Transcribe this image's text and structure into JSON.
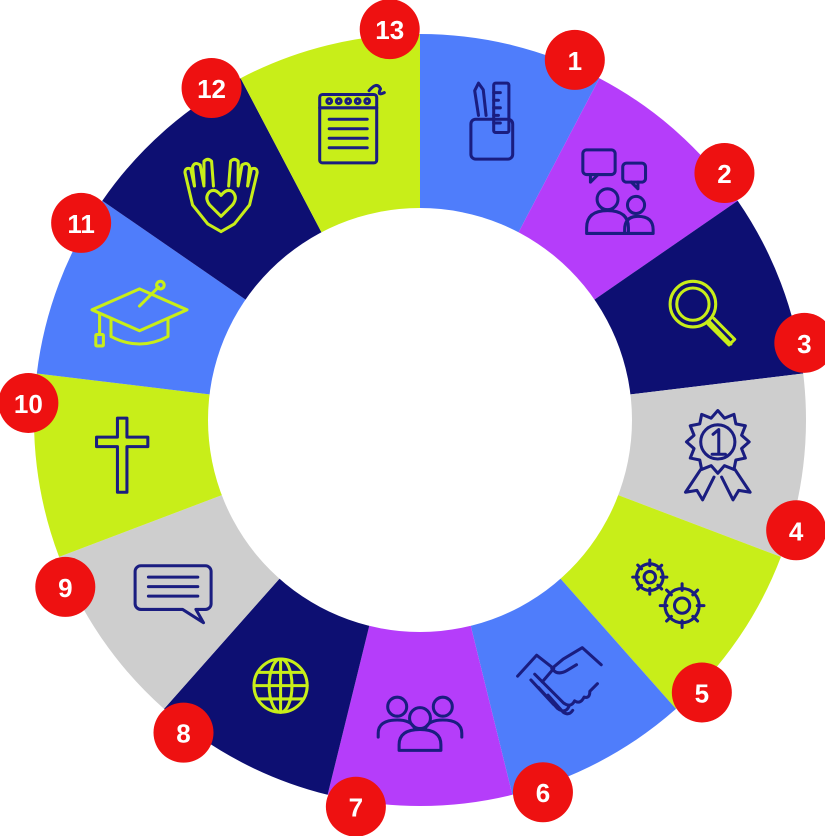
{
  "segments": [
    {
      "number": "1",
      "color": "#4f7dfb",
      "icon": "pencil-ruler-cup-icon",
      "icon_color": "#1a1d80"
    },
    {
      "number": "2",
      "color": "#b53dfa",
      "icon": "discussion-people-icon",
      "icon_color": "#1a1d80"
    },
    {
      "number": "3",
      "color": "#0d0f72",
      "icon": "magnifying-glass-icon",
      "icon_color": "#c8ee19"
    },
    {
      "number": "4",
      "color": "#cecece",
      "icon": "award-ribbon-icon",
      "icon_color": "#1a1d80"
    },
    {
      "number": "5",
      "color": "#c8ee19",
      "icon": "gears-icon",
      "icon_color": "#1a1d80"
    },
    {
      "number": "6",
      "color": "#4f7dfb",
      "icon": "handshake-icon",
      "icon_color": "#1a1d80"
    },
    {
      "number": "7",
      "color": "#b53dfa",
      "icon": "group-people-icon",
      "icon_color": "#1a1d80"
    },
    {
      "number": "8",
      "color": "#0d0f72",
      "icon": "globe-icon",
      "icon_color": "#c8ee19"
    },
    {
      "number": "9",
      "color": "#cecece",
      "icon": "chat-bubble-icon",
      "icon_color": "#1a1d80"
    },
    {
      "number": "10",
      "color": "#c8ee19",
      "icon": "cross-icon",
      "icon_color": "#1a1d80"
    },
    {
      "number": "11",
      "color": "#4f7dfb",
      "icon": "graduation-cap-icon",
      "icon_color": "#c8ee19"
    },
    {
      "number": "12",
      "color": "#0d0f72",
      "icon": "caring-hands-heart-icon",
      "icon_color": "#c8ee19"
    },
    {
      "number": "13",
      "color": "#c8ee19",
      "icon": "notepad-icon",
      "icon_color": "#1a1d80"
    }
  ],
  "badge_color": "#ee1111"
}
